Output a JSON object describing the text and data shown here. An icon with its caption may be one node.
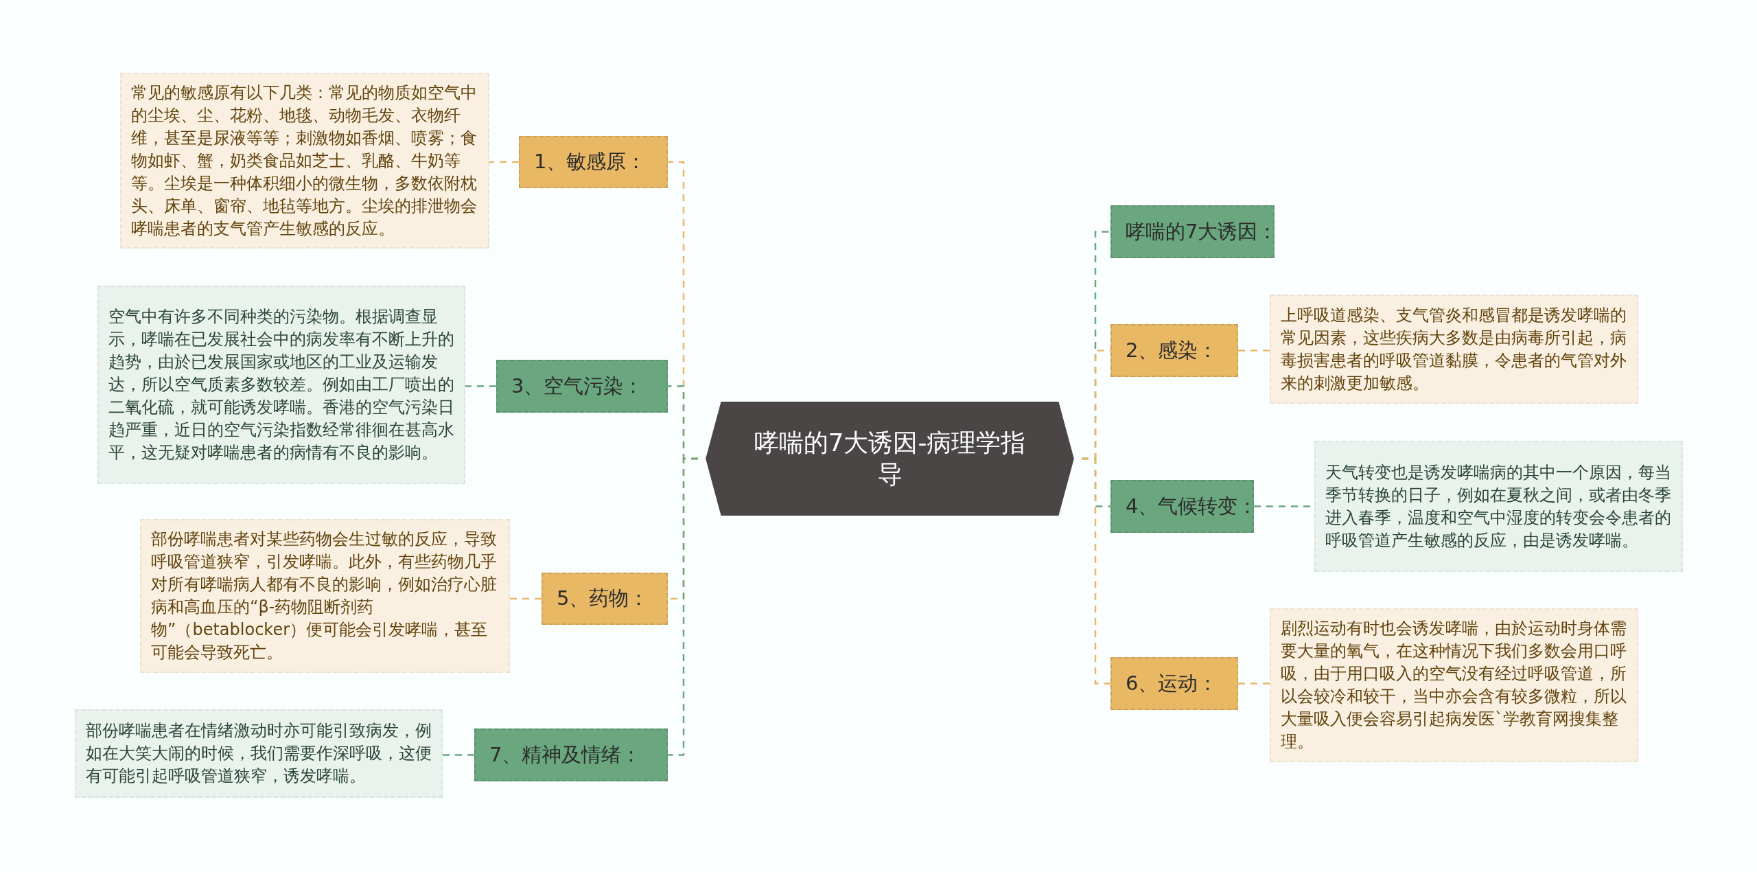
{
  "diagram": {
    "nodes": [
      {
        "text": [
          "哮喘的7大诱因-病理学指导"
        ]
      },
      {
        "text": [
          "1、敏感原："
        ]
      },
      {
        "text": [
          "常见的敏感原有以下几类：常见的物质如空气中的尘埃、尘、花粉、地毯、动物毛发、衣物纤维，甚至是尿液等等；刺激物如香烟、喷雾；食物如虾、蟹，奶类食品如芝士、乳酪、牛奶等等。尘埃是一种体积细小的微生物，多数依附枕头、床单、窗帘、地毡等地方。尘埃的排泄物会哮喘患者的支气管产生敏感的反应。"
        ]
      },
      {
        "text": [
          "3、空气污染："
        ]
      },
      {
        "text": [
          "空气中有许多不同种类的污染物。根据调查显示，哮喘在已发展社会中的病发率有不断上升的趋势，由於已发展国家或地区的工业及运输发达，所以空气质素多数较差。例如由工厂喷出的二氧化硫，就可能诱发哮喘。香港的空气污染日趋严重，近日的空气污染指数经常徘徊在甚高水平，这无疑对哮喘患者的病情有不良的影响。"
        ]
      },
      {
        "text": [
          "5、药物："
        ]
      },
      {
        "text": [
          "部份哮喘患者对某些药物会生过敏的反应，导致呼吸管道狭窄，引发哮喘。此外，有些药物几乎对所有哮喘病人都有不良的影响，例如治疗心脏病和高血压的“β-药物阻断剂药物”（betablocker）便可能会引发哮喘，甚至可能会导致死亡。"
        ]
      },
      {
        "text": [
          "7、精神及情绪："
        ]
      },
      {
        "text": [
          "部份哮喘患者在情绪激动时亦可能引致病发，例如在大笑大闹的时候，我们需要作深呼吸，这便有可能引起呼吸管道狭窄，诱发哮喘。"
        ]
      },
      {
        "text": [
          "哮喘的7大诱因："
        ]
      },
      {
        "text": [
          "2、感染："
        ]
      },
      {
        "text": [
          "上呼吸道感染、支气管炎和感冒都是诱发哮喘的常见因素，这些疾病大多数是由病毒所引起，病毒损害患者的呼吸管道黏膜，令患者的气管对外来的刺激更加敏感。"
        ]
      },
      {
        "text": [
          "4、气候转变："
        ]
      },
      {
        "text": [
          "天气转变也是诱发哮喘病的其中一个原因，每当季节转换的日子，例如在夏秋之间，或者由冬季进入春季，温度和空气中湿度的转变会令患者的呼吸管道产生敏感的反应，由是诱发哮喘。"
        ]
      },
      {
        "text": [
          "6、运动："
        ]
      },
      {
        "text": [
          "剧烈运动有时也会诱发哮喘，由於运动时身体需要大量的氧气，在这种情况下我们多数会用口呼吸，由于用口吸入的空气没有经过呼吸管道，所以会较冷和较干，当中亦会含有较多微粒，所以大量吸入便会容易引起病发医`学教育网搜集整理。"
        ]
      }
    ],
    "edges": [
      {
        "from": 0,
        "to": 1,
        "arrow": "none",
        "style": "dashed",
        "color": "#e9b865"
      },
      {
        "from": 1,
        "to": 2,
        "arrow": "none",
        "style": "dashed",
        "color": "#e9b865"
      },
      {
        "from": 0,
        "to": 3,
        "arrow": "none",
        "style": "dashed",
        "color": "#6aa67e"
      },
      {
        "from": 3,
        "to": 4,
        "arrow": "none",
        "style": "dashed",
        "color": "#6aa67e"
      },
      {
        "from": 0,
        "to": 5,
        "arrow": "none",
        "style": "dashed",
        "color": "#e9b865"
      },
      {
        "from": 5,
        "to": 6,
        "arrow": "none",
        "style": "dashed",
        "color": "#e9b865"
      },
      {
        "from": 0,
        "to": 7,
        "arrow": "none",
        "style": "dashed",
        "color": "#6aa67e"
      },
      {
        "from": 7,
        "to": 8,
        "arrow": "none",
        "style": "dashed",
        "color": "#6aa67e"
      },
      {
        "from": 0,
        "to": 9,
        "arrow": "none",
        "style": "dashed",
        "color": "#6aa67e"
      },
      {
        "from": 0,
        "to": 10,
        "arrow": "none",
        "style": "dashed",
        "color": "#e9b865"
      },
      {
        "from": 10,
        "to": 11,
        "arrow": "none",
        "style": "dashed",
        "color": "#e9b865"
      },
      {
        "from": 0,
        "to": 12,
        "arrow": "none",
        "style": "dashed",
        "color": "#6aa67e"
      },
      {
        "from": 12,
        "to": 13,
        "arrow": "none",
        "style": "dashed",
        "color": "#6aa67e"
      },
      {
        "from": 0,
        "to": 14,
        "arrow": "none",
        "style": "dashed",
        "color": "#e9b865"
      },
      {
        "from": 14,
        "to": 15,
        "arrow": "none",
        "style": "dashed",
        "color": "#e9b865"
      }
    ]
  }
}
